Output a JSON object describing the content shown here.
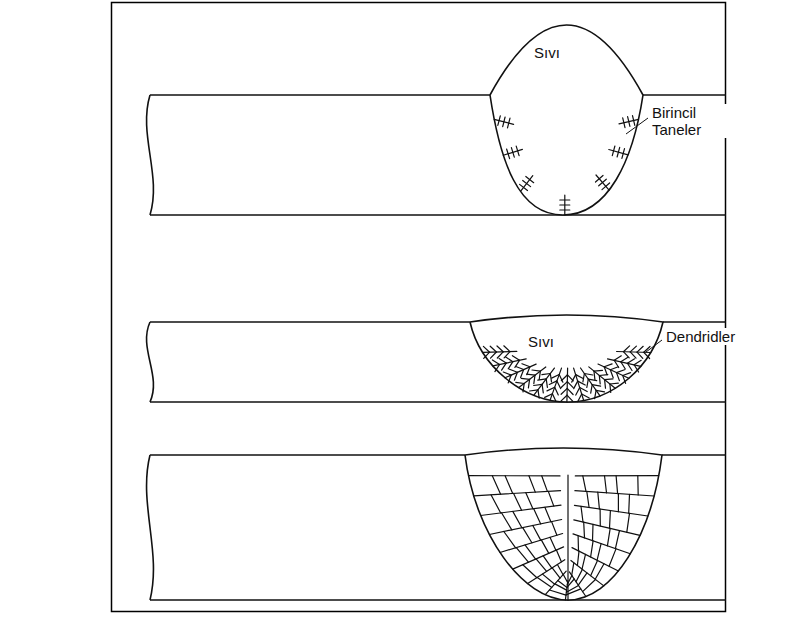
{
  "diagram": {
    "labels": [
      "Sıvı",
      "Birincil Taneler",
      "Sıvı",
      "Dendridler"
    ]
  }
}
